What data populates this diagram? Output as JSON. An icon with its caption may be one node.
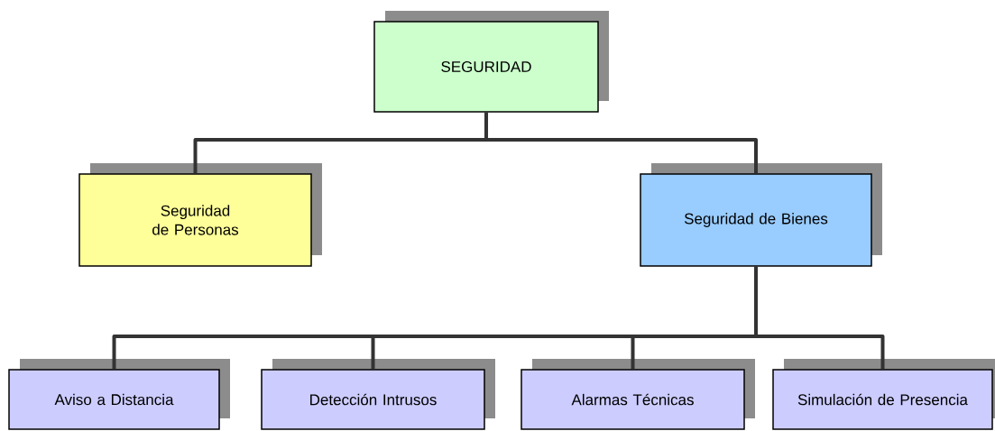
{
  "diagram": {
    "nodes": [
      {
        "text": [
          "SEGURIDAD"
        ]
      },
      {
        "text": [
          "Seguridad de Personas"
        ]
      },
      {
        "text": [
          "Seguridad de Bienes"
        ]
      },
      {
        "text": [
          "Aviso a Distancia"
        ]
      },
      {
        "text": [
          "Detección Intrusos"
        ]
      },
      {
        "text": [
          "Alarmas Técnicas"
        ]
      },
      {
        "text": [
          "Simulación de Presencia"
        ]
      }
    ],
    "edges": [
      {
        "from": 0,
        "to": 1,
        "arrow": "none"
      },
      {
        "from": 0,
        "to": 2,
        "arrow": "none"
      },
      {
        "from": 2,
        "to": 3,
        "arrow": "none"
      },
      {
        "from": 2,
        "to": 4,
        "arrow": "none"
      },
      {
        "from": 2,
        "to": 5,
        "arrow": "none"
      },
      {
        "from": 2,
        "to": 6,
        "arrow": "none"
      }
    ]
  }
}
